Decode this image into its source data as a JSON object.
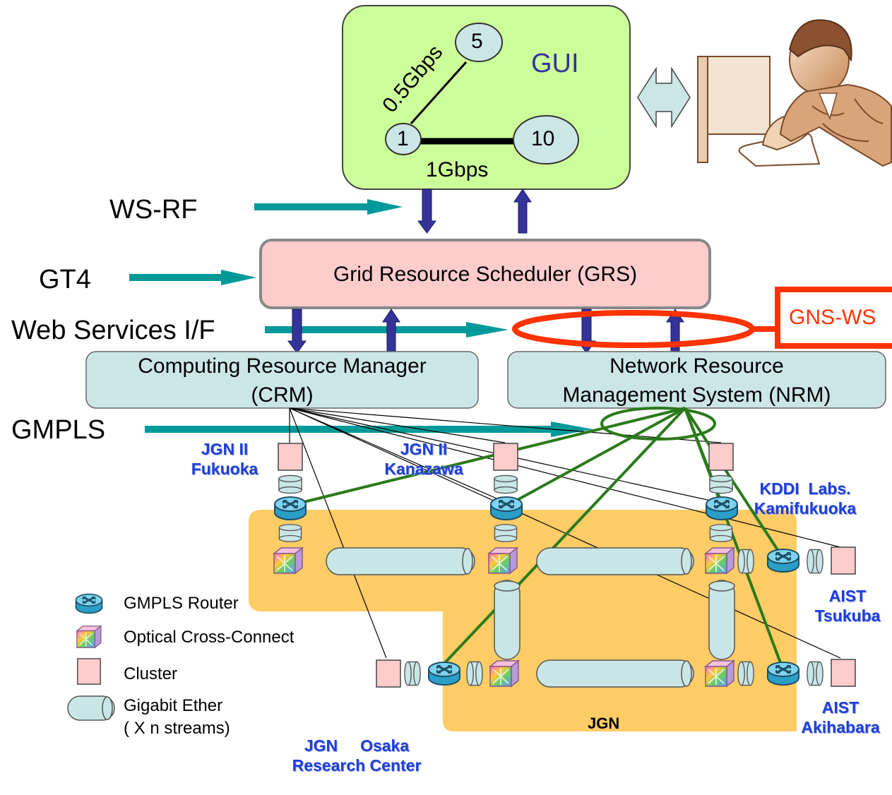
{
  "gui": {
    "label": "GUI",
    "nodes": [
      "5",
      "1",
      "10"
    ],
    "link_small": "0.5Gbps",
    "link_large": "1Gbps"
  },
  "protocols": {
    "wsrf": "WS-RF",
    "gt4": "GT4",
    "web_services": "Web Services I/F",
    "gmpls": "GMPLS"
  },
  "grs": {
    "label": "Grid Resource Scheduler (GRS)"
  },
  "gns_ws": {
    "label": "GNS-WS"
  },
  "crm": {
    "line1": "Computing Resource Manager",
    "line2": "(CRM)"
  },
  "nrm": {
    "line1": "Network Resource",
    "line2": "Management System (NRM)"
  },
  "sites": {
    "fukuoka": [
      "JGN II",
      "Fukuoka"
    ],
    "kanazawa": [
      "JGN II",
      "Kanazawa"
    ],
    "kddi": [
      "KDDI  Labs.",
      "Kamifukuoka"
    ],
    "tsukuba": [
      "AIST",
      "Tsukuba"
    ],
    "osaka": [
      "JGN     Osaka",
      "Research Center"
    ],
    "akihabara": [
      "AIST",
      "Akihabara"
    ]
  },
  "jgn_label": "JGN",
  "legend": {
    "router": "GMPLS Router",
    "oxc": "Optical Cross-Connect",
    "cluster": "Cluster",
    "ether_line1": "Gigabit Ether",
    "ether_line2": "( X n streams)"
  },
  "colors": {
    "gui_bg": "#ccff99",
    "grs_bg": "#ffcccc",
    "manager_bg": "#cce6e6",
    "arrow_teal": "#009999",
    "arrow_navy": "#333399",
    "gns_red": "#ff3300",
    "jgn_orange": "#ffcc66",
    "green_line": "#2a7a1a",
    "site_blue": "#1f3fd6"
  }
}
